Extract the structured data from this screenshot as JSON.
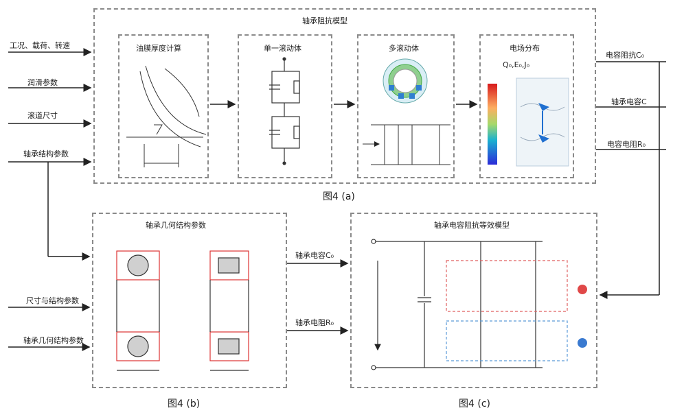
{
  "figure": {
    "panel_a": {
      "title": "轴承阻抗模型",
      "caption": "图4 (a)",
      "steps": [
        {
          "title": "油膜厚度计算"
        },
        {
          "title": "单一滚动体"
        },
        {
          "title": "多滚动体"
        },
        {
          "title": "电场分布",
          "formula": "Q₀,E₀,J₀"
        }
      ],
      "inputs": [
        "工况、载荷、转速",
        "润滑参数",
        "滚道尺寸",
        "轴承结构参数"
      ],
      "outputs": [
        "电容阻抗C₀",
        "轴承电容C",
        "电容电阻R₀"
      ]
    },
    "panel_b": {
      "title": "轴承几何结构参数",
      "caption": "图4 (b)",
      "inputs": [
        "尺寸与结构参数",
        "轴承几何结构参数"
      ],
      "outputs": [
        "轴承电容C₀",
        "轴承电阻R₀"
      ]
    },
    "panel_c": {
      "title": "轴承电容阻抗等效模型",
      "caption": "图4 (c)"
    }
  }
}
